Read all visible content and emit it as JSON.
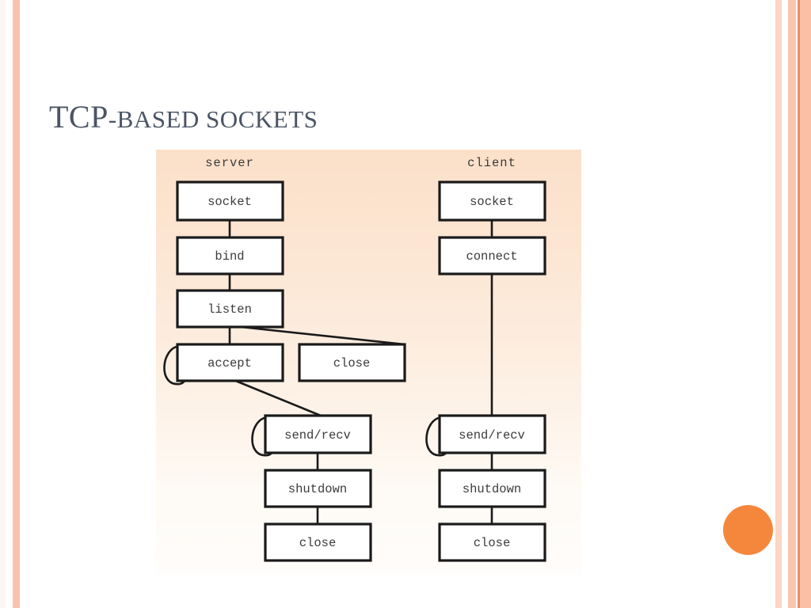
{
  "slide": {
    "title_lead": "TCP",
    "title_rest": "-BASED SOCKETS",
    "title_color": "#4a5464",
    "background_color": "#ffffff",
    "accent_dot_color": "#f5873c",
    "panel_gradient_top": "#fbe0c9",
    "panel_gradient_bottom": "#fffdfb",
    "band_colors": {
      "left_pale": "#fdf6f1",
      "left_salmon": "#f8c2ad",
      "right_1": "#fbd6c4",
      "right_2": "#f9c6ae",
      "right_3": "#e98c63",
      "right_4": "#f9c0a5"
    }
  },
  "diagram": {
    "columns": [
      {
        "id": "server",
        "label": "server"
      },
      {
        "id": "client",
        "label": "client"
      }
    ],
    "server_nodes": [
      {
        "id": "srv-socket",
        "label": "socket"
      },
      {
        "id": "srv-bind",
        "label": "bind"
      },
      {
        "id": "srv-listen",
        "label": "listen"
      },
      {
        "id": "srv-accept",
        "label": "accept"
      },
      {
        "id": "srv-close-top",
        "label": "close"
      },
      {
        "id": "srv-sendrecv",
        "label": "send/recv"
      },
      {
        "id": "srv-shutdown",
        "label": "shutdown"
      },
      {
        "id": "srv-close",
        "label": "close"
      }
    ],
    "client_nodes": [
      {
        "id": "cli-socket",
        "label": "socket"
      },
      {
        "id": "cli-connect",
        "label": "connect"
      },
      {
        "id": "cli-sendrecv",
        "label": "send/recv"
      },
      {
        "id": "cli-shutdown",
        "label": "shutdown"
      },
      {
        "id": "cli-close",
        "label": "close"
      }
    ],
    "self_loops": [
      "srv-accept",
      "srv-sendrecv",
      "cli-sendrecv"
    ],
    "edges": [
      {
        "from": "srv-socket",
        "to": "srv-bind"
      },
      {
        "from": "srv-bind",
        "to": "srv-listen"
      },
      {
        "from": "srv-listen",
        "to": "srv-accept"
      },
      {
        "from": "srv-listen",
        "to": "srv-close-top"
      },
      {
        "from": "srv-accept",
        "to": "srv-sendrecv"
      },
      {
        "from": "srv-sendrecv",
        "to": "srv-shutdown"
      },
      {
        "from": "srv-shutdown",
        "to": "srv-close"
      },
      {
        "from": "cli-socket",
        "to": "cli-connect"
      },
      {
        "from": "cli-connect",
        "to": "cli-sendrecv"
      },
      {
        "from": "cli-sendrecv",
        "to": "cli-shutdown"
      },
      {
        "from": "cli-shutdown",
        "to": "cli-close"
      }
    ]
  }
}
